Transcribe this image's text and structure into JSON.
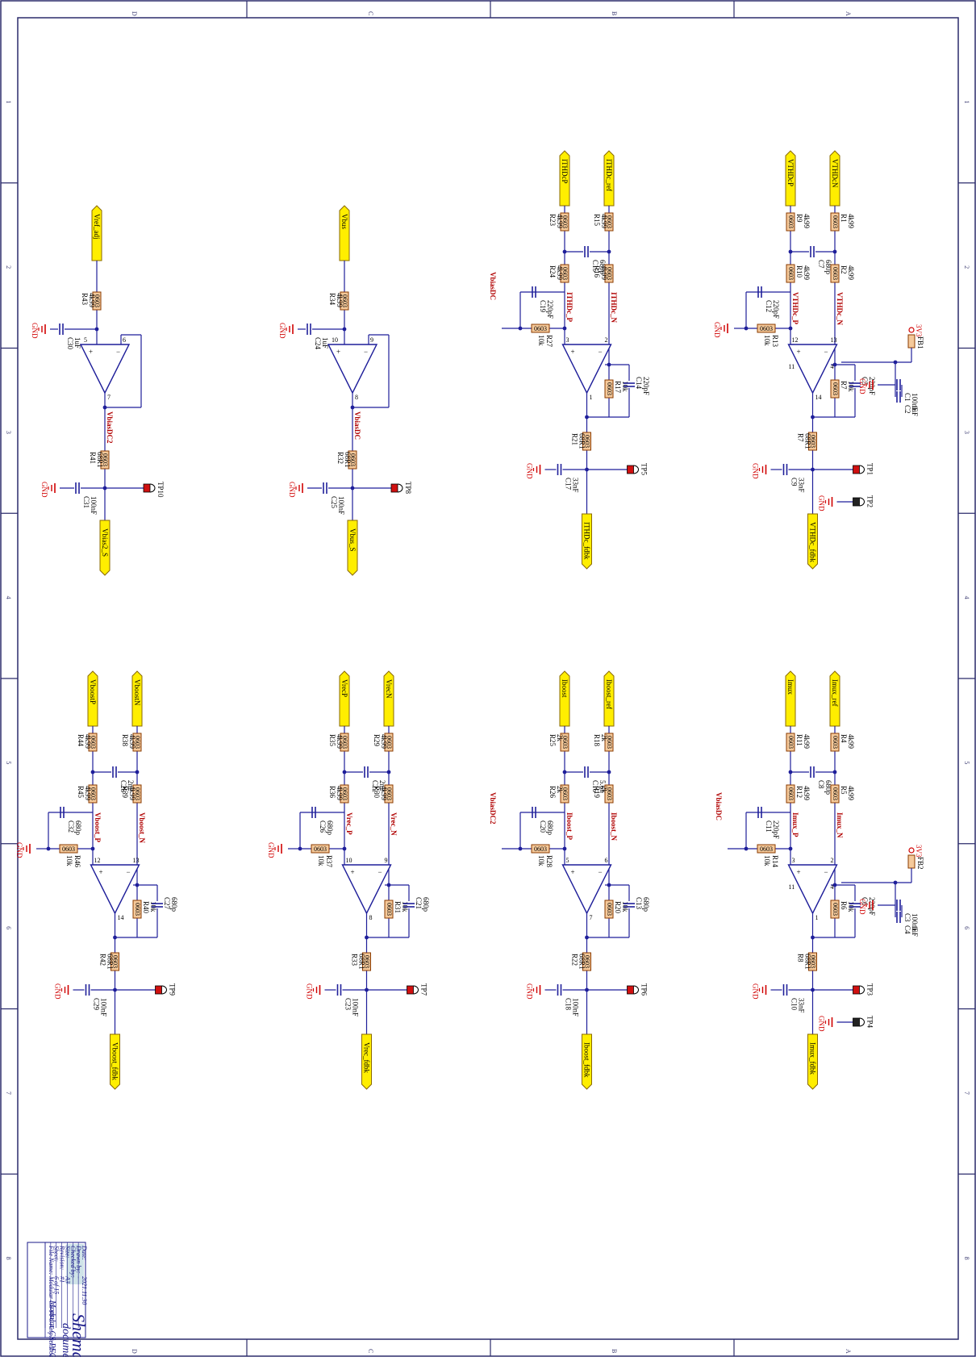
{
  "sheet": {
    "zones_row": [
      "D",
      "C",
      "B",
      "A"
    ],
    "zones_col": [
      "1",
      "2",
      "3",
      "4",
      "5",
      "6",
      "7",
      "8"
    ],
    "colors": {
      "wire": "#1f1f9a",
      "border": "#2b2b6b",
      "net": "#b00000",
      "gnd": "#d00000",
      "port_fill": "#ffee00",
      "resistor_fill": "#f5c99a"
    }
  },
  "title_block": {
    "title": "Shematic",
    "subtitle": "document",
    "project": "Modular CS-PFC ProtPcb",
    "rows": [
      {
        "label": "Date:",
        "value": "2021.11.30"
      },
      {
        "label": "Drawn by:",
        "value": "-"
      },
      {
        "label": "Checked by:",
        "value": "-"
      },
      {
        "label": "Size:",
        "value": "A3"
      },
      {
        "label": "Revision:",
        "value": "#1"
      },
      {
        "label": "Sheet:",
        "value": "6 of 15"
      },
      {
        "label": "File Name:",
        "value": "Modular CS-PFC Amp.SchDoc"
      }
    ]
  },
  "circuits": [
    {
      "id": "vthdc",
      "opamp": "U1D",
      "opamp_part": "OPA4388ID",
      "pins": [
        "13",
        "12",
        "14",
        "4",
        "11"
      ],
      "ports_in": [
        "VTHDcN",
        "VTHDcP"
      ],
      "port_out": "VTHDc_fdbk",
      "net_p": "VTHDc_P",
      "net_n": "VTHDc_N",
      "bias": "",
      "rin_a": [
        "R1",
        "4k99"
      ],
      "rin_b": [
        "R9",
        "4k99"
      ],
      "rser_a": [
        "R2",
        "4k99"
      ],
      "rser_b": [
        "R10",
        "4k99"
      ],
      "cdiff": [
        "C7",
        "680p"
      ],
      "rbias": [
        "R13",
        "10k"
      ],
      "cbias": [
        "C12",
        "220pF"
      ],
      "rfb": [
        "R7",
        "10k"
      ],
      "cfb": [
        "C5",
        "220pF"
      ],
      "rout": [
        "R7",
        "68R1"
      ],
      "cout": [
        "C9",
        "33nF"
      ],
      "tp": "TP1",
      "tp2": "TP2",
      "supply": {
        "label": "3V3",
        "fb": "FB1",
        "c1": [
          "C1",
          "100nF"
        ],
        "c2": [
          "C2",
          "1uF"
        ]
      }
    },
    {
      "id": "ithdc",
      "opamp": "U1A",
      "opamp_part": "OPA4388ID",
      "pins": [
        "2",
        "3",
        "1",
        "",
        ""
      ],
      "ports_in": [
        "ITHDc_ref",
        "ITHDcP"
      ],
      "port_out": "ITHDc_fdbk",
      "net_p": "ITHDc_P",
      "net_n": "ITHDc_N",
      "bias": "VbiasDC",
      "rin_a": [
        "R15",
        "4k99"
      ],
      "rin_b": [
        "R23",
        "4k99"
      ],
      "rser_a": [
        "R16",
        "4k99"
      ],
      "rser_b": [
        "R24",
        "4k99"
      ],
      "cdiff": [
        "C15",
        "680p"
      ],
      "rbias": [
        "R27",
        "10k"
      ],
      "cbias": [
        "C19",
        "220pF"
      ],
      "rfb": [
        "R17",
        "10k"
      ],
      "cfb": [
        "C14",
        "220pF"
      ],
      "rout": [
        "R21",
        "68R1"
      ],
      "cout": [
        "C17",
        "33nF"
      ],
      "tp": "TP5",
      "tp2": ""
    },
    {
      "id": "imux",
      "opamp": "U2A",
      "opamp_part": "OPA4388ID",
      "pins": [
        "2",
        "3",
        "1",
        "4",
        "11"
      ],
      "ports_in": [
        "Imux_ref",
        "Imux"
      ],
      "port_out": "Imux_fdbk",
      "net_p": "Imux_P",
      "net_n": "Imux_N",
      "bias": "VbiasDC",
      "rin_a": [
        "R4",
        "4k99"
      ],
      "rin_b": [
        "R11",
        "4k99"
      ],
      "rser_a": [
        "R5",
        "4k99"
      ],
      "rser_b": [
        "R12",
        "4k99"
      ],
      "cdiff": [
        "C8",
        "680p"
      ],
      "rbias": [
        "R14",
        "10k"
      ],
      "cbias": [
        "C11",
        "220pF"
      ],
      "rfb": [
        "R6",
        "10k"
      ],
      "cfb": [
        "C6",
        "220pF"
      ],
      "rout": [
        "R8",
        "68R1"
      ],
      "cout": [
        "C10",
        "33nF"
      ],
      "tp": "TP3",
      "tp2": "TP4",
      "supply": {
        "label": "3V3",
        "fb": "FB2",
        "c1": [
          "C3",
          "100nF"
        ],
        "c2": [
          "C4",
          "1uF"
        ]
      }
    },
    {
      "id": "iboost",
      "opamp": "U2B",
      "opamp_part": "OPA4388ID",
      "pins": [
        "6",
        "5",
        "7",
        "",
        ""
      ],
      "ports_in": [
        "Iboost_ref",
        "Iboost"
      ],
      "port_out": "Iboost_fdbk",
      "net_p": "Iboost_P",
      "net_n": "Iboost_N",
      "bias": "VbiasDC2",
      "rin_a": [
        "R18",
        "2k"
      ],
      "rin_b": [
        "R25",
        "2k"
      ],
      "rser_a": [
        "R19",
        "2k"
      ],
      "rser_b": [
        "R26",
        "2k"
      ],
      "cdiff": [
        "C16",
        "5.6n"
      ],
      "rbias": [
        "R28",
        "10k"
      ],
      "cbias": [
        "C20",
        "680p"
      ],
      "rfb": [
        "R20",
        "10k"
      ],
      "cfb": [
        "C13",
        "680p"
      ],
      "rout": [
        "R22",
        "68R1"
      ],
      "cout": [
        "C18",
        "100nF"
      ],
      "tp": "TP6",
      "tp2": ""
    },
    {
      "id": "vrec",
      "opamp": "U2C",
      "opamp_part": "OPA4388ID",
      "pins": [
        "9",
        "10",
        "8",
        "",
        ""
      ],
      "ports_in": [
        "VrecN",
        "VrecP"
      ],
      "port_out": "Vrec_fdbk",
      "net_p": "Vrec_P",
      "net_n": "Vrec_N",
      "bias": "",
      "rin_a": [
        "R29",
        "4k99"
      ],
      "rin_b": [
        "R35",
        "4k99"
      ],
      "rser_a": [
        "R30",
        "4k99"
      ],
      "rser_b": [
        "R36",
        "4k99"
      ],
      "cdiff": [
        "C22",
        "2n2"
      ],
      "rbias": [
        "R37",
        "10k"
      ],
      "cbias": [
        "C26",
        "680p"
      ],
      "rfb": [
        "R31",
        "10k"
      ],
      "cfb": [
        "C21",
        "680p"
      ],
      "rout": [
        "R33",
        "68R1"
      ],
      "cout": [
        "C23",
        "100nF"
      ],
      "tp": "TP7",
      "tp2": ""
    },
    {
      "id": "vboost",
      "opamp": "U2D",
      "opamp_part": "OPA4388ID",
      "pins": [
        "13",
        "12",
        "14",
        "",
        ""
      ],
      "ports_in": [
        "VboostN",
        "VboostP"
      ],
      "port_out": "Vboost_fdbk",
      "net_p": "Vboost_P",
      "net_n": "Vboost_N",
      "bias": "",
      "rin_a": [
        "R38",
        "4k99"
      ],
      "rin_b": [
        "R44",
        "4k99"
      ],
      "rser_a": [
        "R39",
        "4k99"
      ],
      "rser_b": [
        "R45",
        "4k99"
      ],
      "cdiff": [
        "C28",
        "2n2"
      ],
      "rbias": [
        "R46",
        "10k"
      ],
      "cbias": [
        "C32",
        "680p"
      ],
      "rfb": [
        "R40",
        "10k"
      ],
      "cfb": [
        "C27",
        "680p"
      ],
      "rout": [
        "R42",
        "68R1"
      ],
      "cout": [
        "C29",
        "100nF"
      ],
      "tp": "TP9",
      "tp2": ""
    }
  ],
  "buffers": [
    {
      "id": "vbus",
      "opamp": "U1C",
      "opamp_part": "OPA4388ID",
      "pins": [
        "9",
        "10",
        "8"
      ],
      "port_in": "Vbus",
      "port_out": "Vbus_S",
      "net": "VbiasDC",
      "rin": [
        "R34",
        "4k99"
      ],
      "cin": [
        "C24",
        "1uF"
      ],
      "rout": [
        "R32",
        "68R1"
      ],
      "cout": [
        "C25",
        "100nF"
      ],
      "tp": "TP8"
    },
    {
      "id": "vref",
      "opamp": "U1B",
      "opamp_part": "OPA4388ID",
      "pins": [
        "6",
        "5",
        "7"
      ],
      "port_in": "Vref_adj",
      "port_out": "Vbias2_S",
      "net": "VbiasDC2",
      "rin": [
        "R43",
        "4k99"
      ],
      "cin": [
        "C30",
        "1uF"
      ],
      "rout": [
        "R41",
        "68R1"
      ],
      "cout": [
        "C31",
        "100nF"
      ],
      "tp": "TP10"
    }
  ],
  "labels": {
    "gnd": "GND",
    "pkg": "0603"
  }
}
